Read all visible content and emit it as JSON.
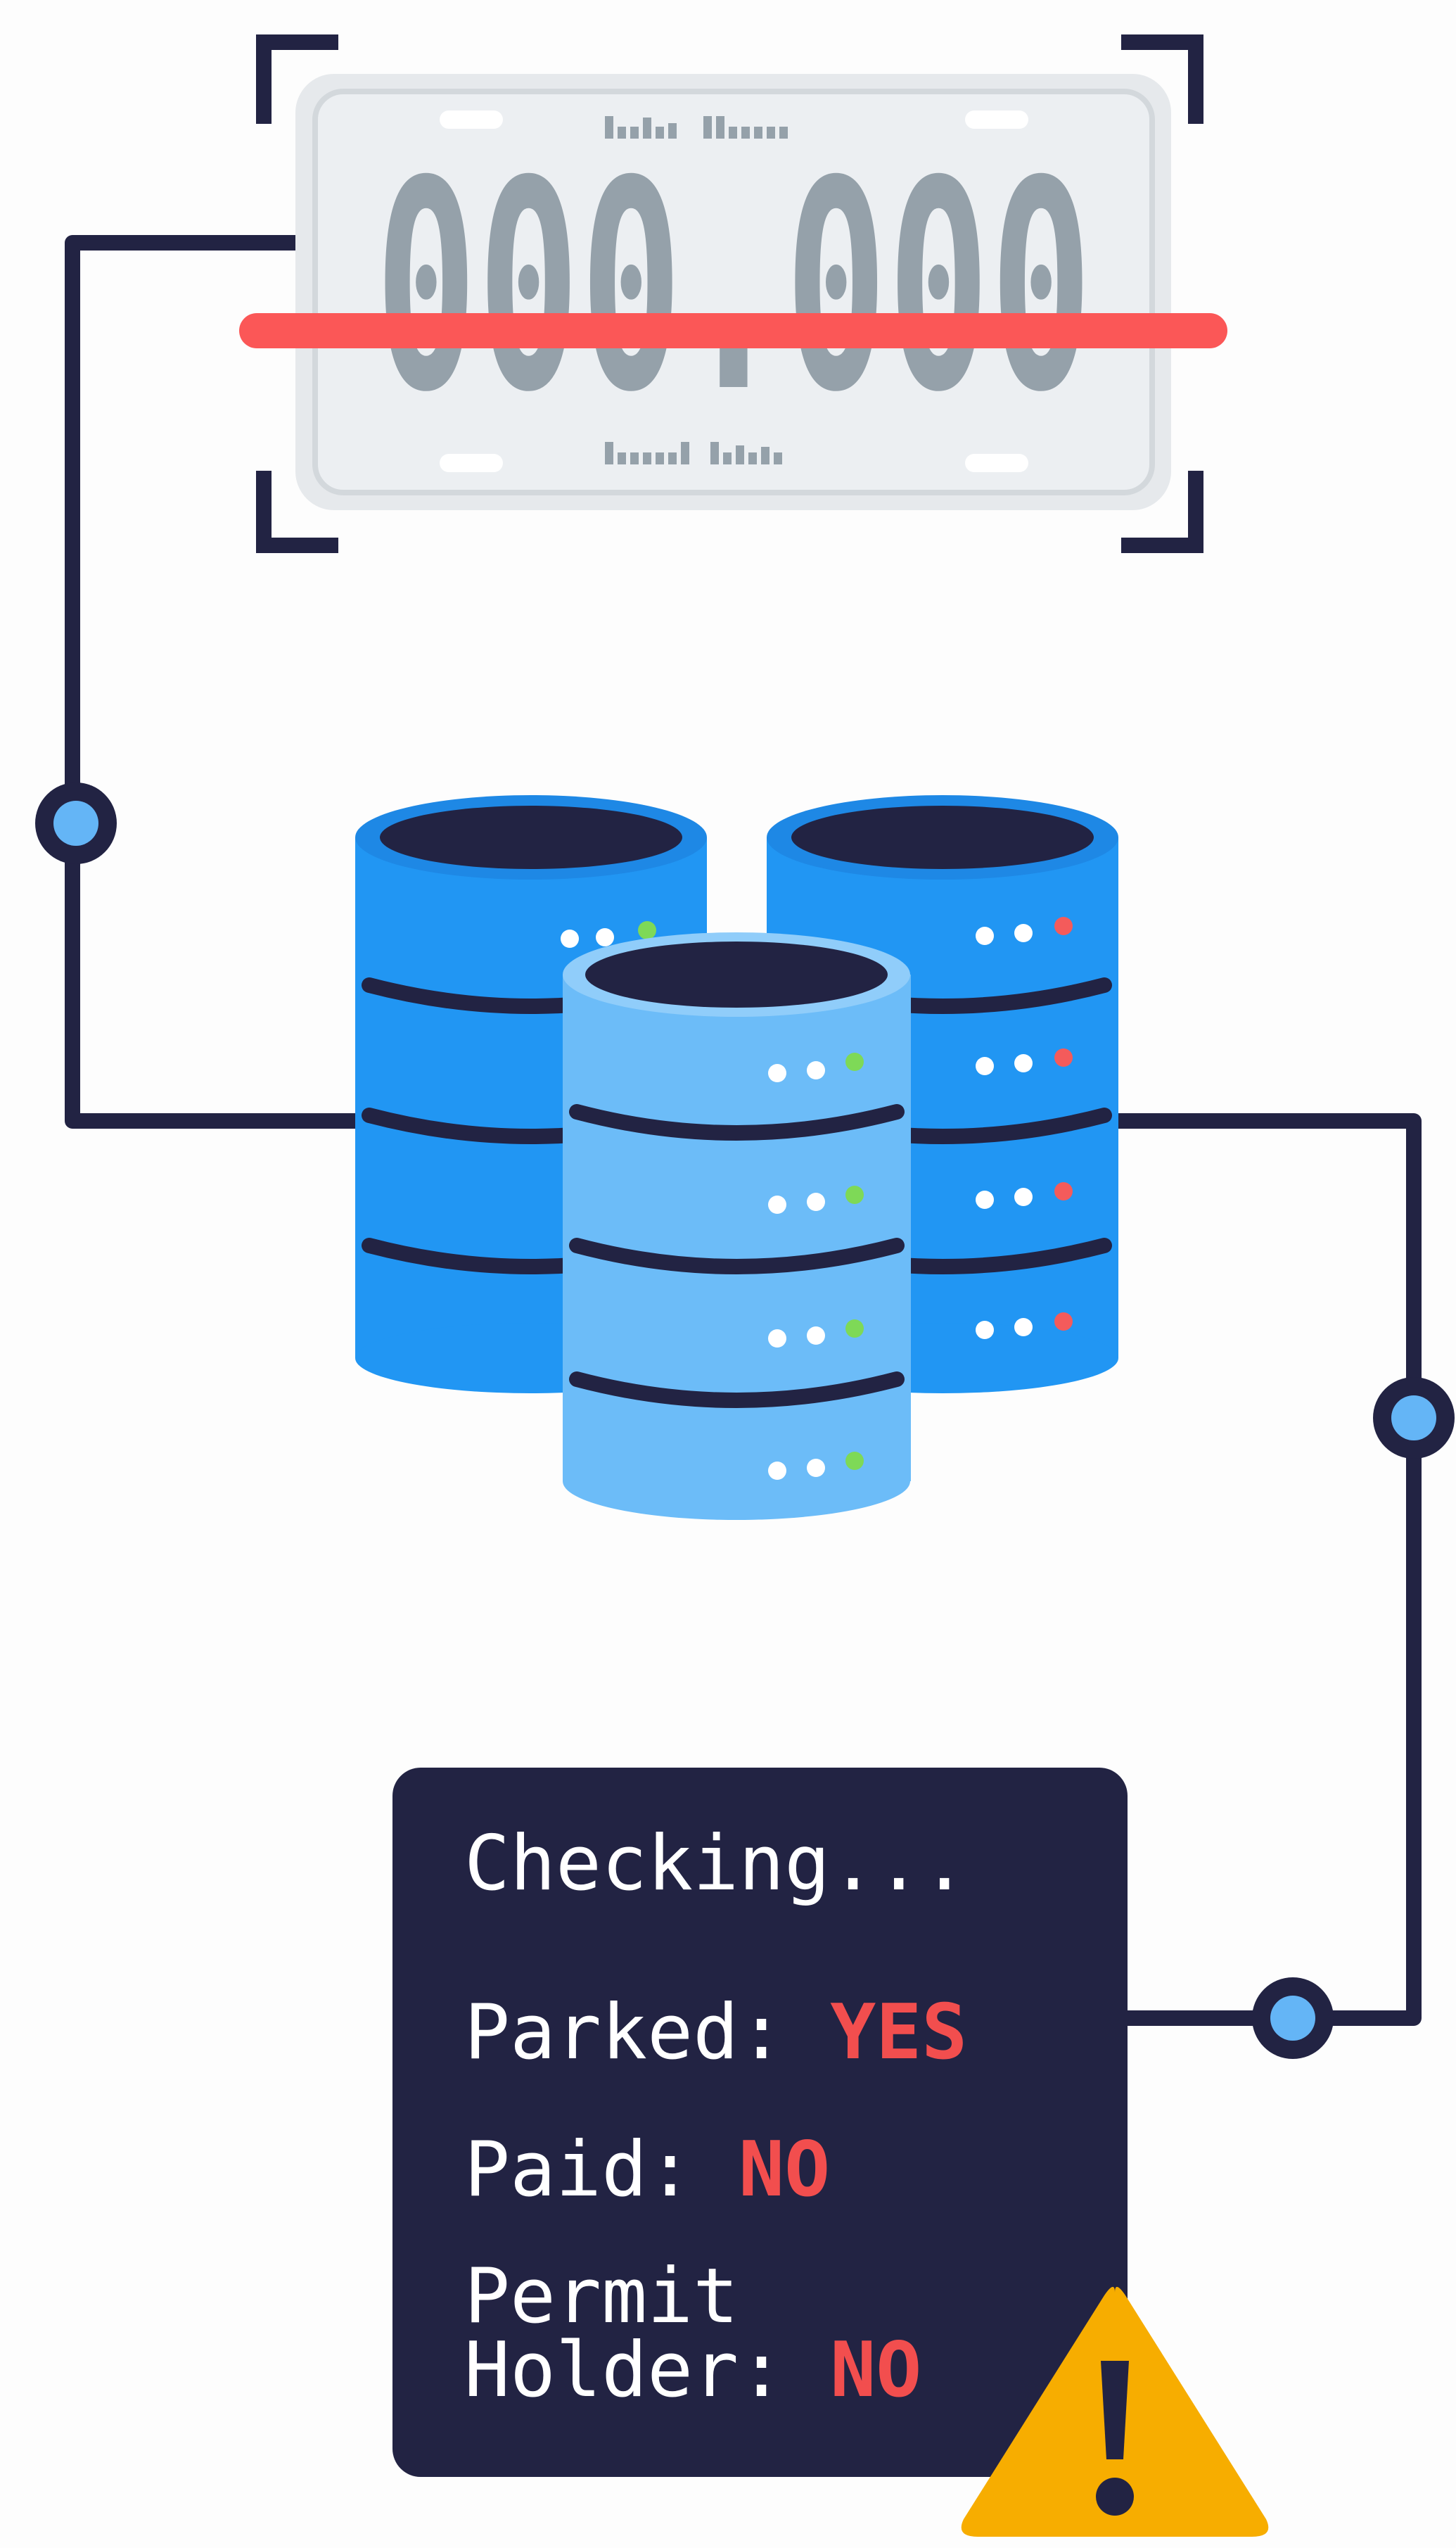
{
  "colors": {
    "background": "#fdfdfd",
    "navy": "#222343",
    "plate_fill": "#e6e9ec",
    "plate_inner": "#eceff2",
    "plate_text": "#95a1aa",
    "scan_line": "#fb5757",
    "db_dark_blue": "#2196f3",
    "db_light_blue": "#6cbcf8",
    "db_rim_dark": "#1e88e5",
    "db_rim_light": "#90cdfa",
    "node_fill": "#64b5f6",
    "led_white": "#ffffff",
    "led_green": "#7ed957",
    "led_red": "#f45b5b",
    "alert_red": "#f24e4e",
    "warning_yellow": "#f7ad00",
    "terminal_text": "#ffffff"
  },
  "plate": {
    "number": "000.000"
  },
  "terminal": {
    "heading": "Checking...",
    "rows": [
      {
        "label": "Parked:",
        "value": "YES"
      },
      {
        "label": "Paid:",
        "value": "NO"
      }
    ],
    "permit_label_line1": "Permit",
    "permit_label_line2": "Holder:",
    "permit_value": "NO"
  },
  "icons": {
    "plate": "license-plate-icon",
    "scanner": "scan-line-icon",
    "database": "database-server-icon",
    "warning": "warning-triangle-icon"
  }
}
